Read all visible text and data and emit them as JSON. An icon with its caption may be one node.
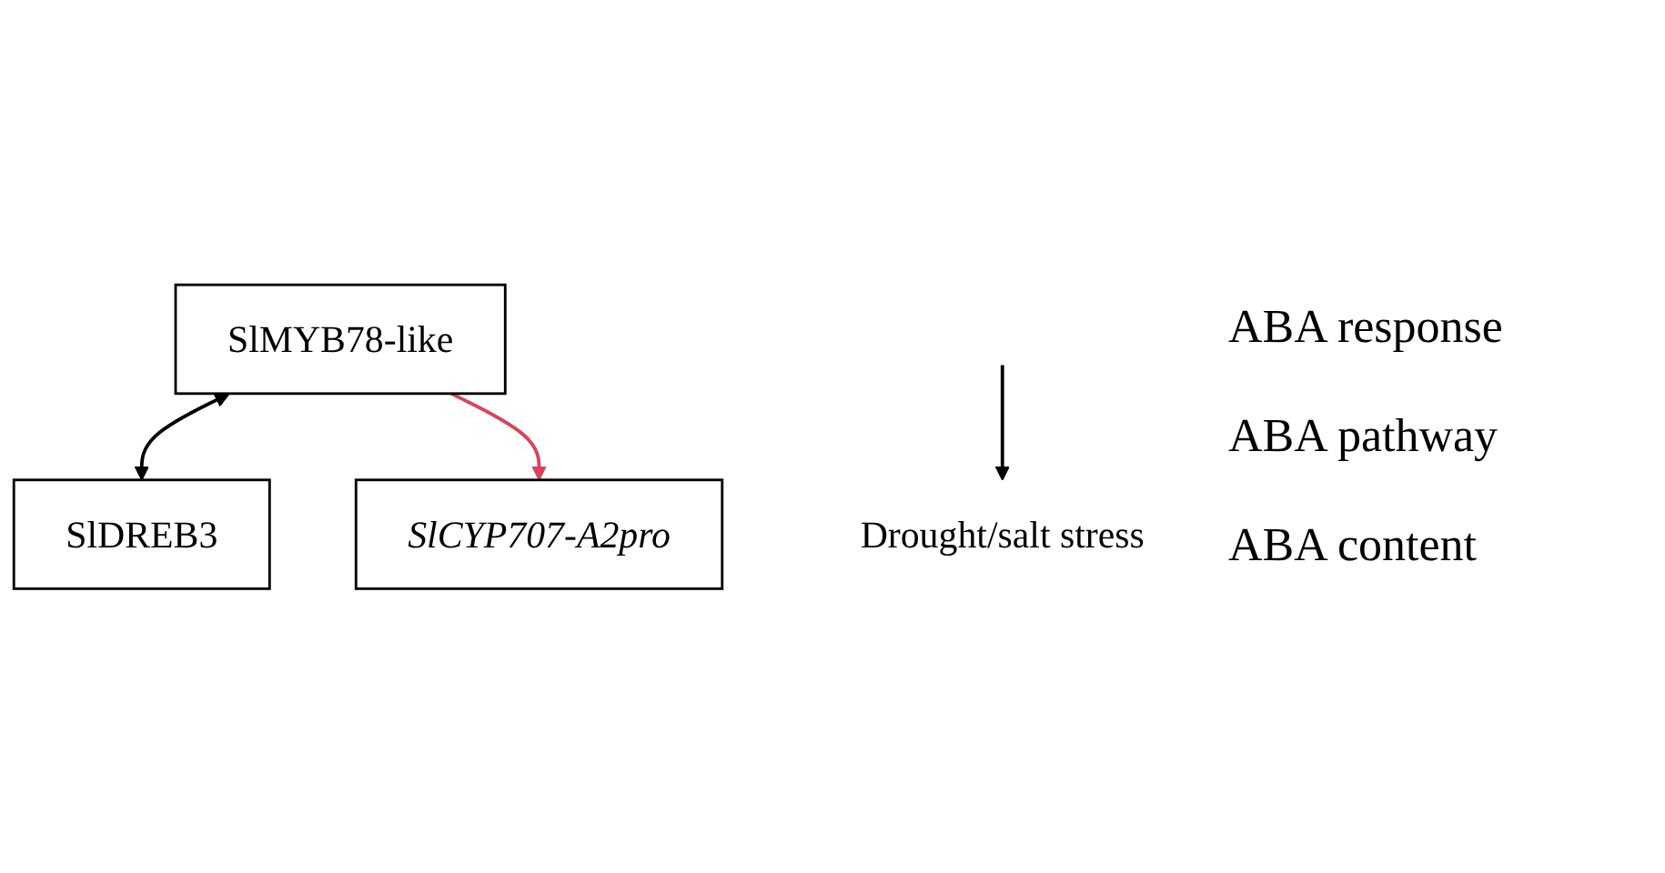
{
  "diagram": {
    "nodes": [
      {
        "text": [
          "SlMYB78-like"
        ]
      },
      {
        "text": [
          "SlDREB3"
        ]
      },
      {
        "text": [
          "SlCYP707-A2pro"
        ]
      },
      {
        "text": [
          "Drought/salt stress"
        ]
      }
    ],
    "edges": [
      {
        "from": 0,
        "to": 1,
        "arrow": "both"
      },
      {
        "from": 0,
        "to": 2,
        "arrow": "to",
        "color": "#d9435e"
      },
      {
        "from": null,
        "to": 3,
        "arrow": "to"
      }
    ],
    "labels": [
      "ABA response",
      "ABA pathway",
      "ABA content"
    ]
  }
}
